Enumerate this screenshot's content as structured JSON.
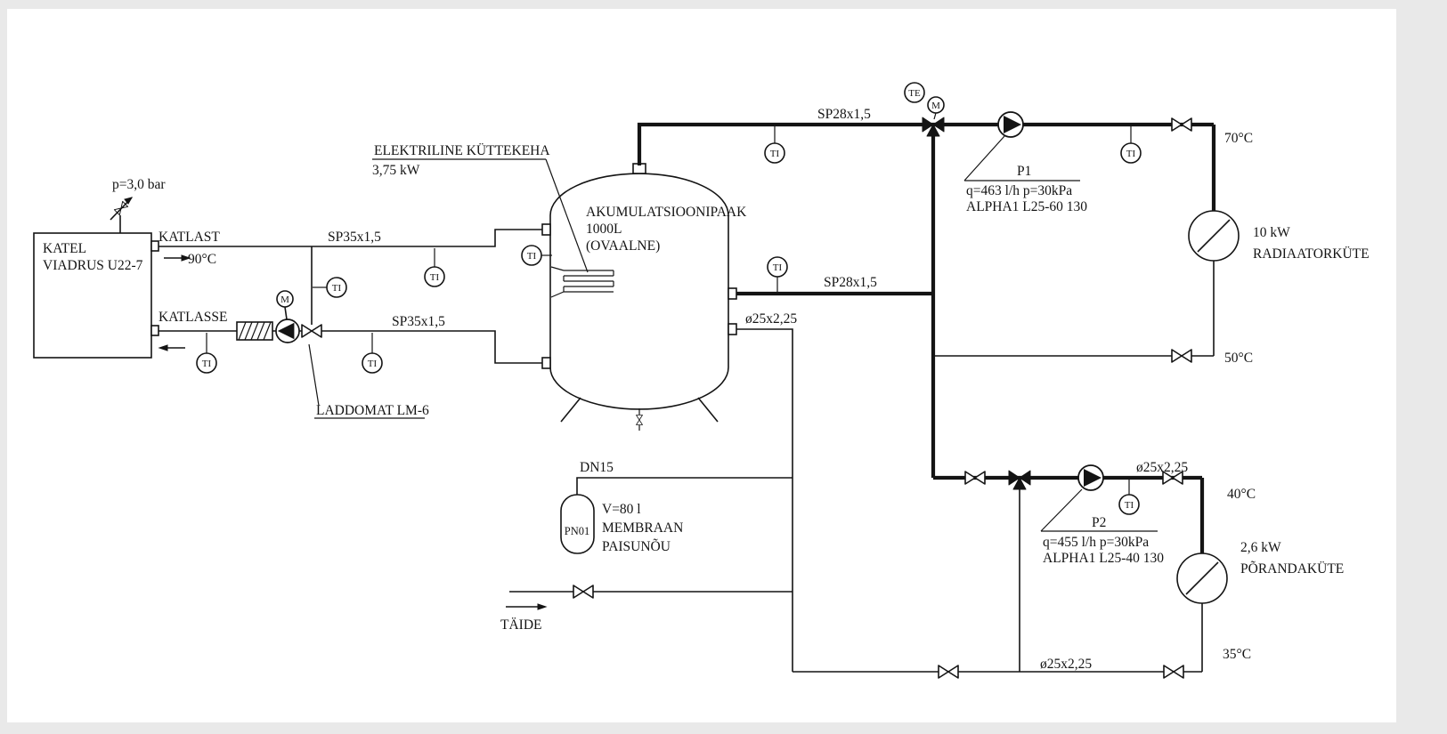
{
  "page": {
    "background": "#e9e9e9",
    "paper": "#ffffff",
    "ink": "#141414"
  },
  "boiler": {
    "name_line1": "KATEL",
    "name_line2": "VIADRUS U22-7",
    "safety_pressure": "p=3,0 bar",
    "supply_label": "KATLAST",
    "supply_temp": "90°C",
    "return_label": "KATLASSE"
  },
  "laddomat": {
    "label": "LADDOMAT LM-6"
  },
  "heater": {
    "title": "ELEKTRILINE KÜTTEKEHA",
    "power": "3,75 kW"
  },
  "tank": {
    "name": "AKUMULATSIOONIPAAK",
    "volume": "1000L",
    "shape": "(OVAALNE)"
  },
  "pipes": {
    "boiler_supply": "SP35x1,5",
    "boiler_return": "SP35x1,5",
    "tank_supply": "SP28x1,5",
    "tank_return": "SP28x1,5",
    "tank_floor_return": "ø25x2,25",
    "floor_supply": "ø25x2,25",
    "floor_return": "ø25x2,25",
    "expansion_line": "DN15"
  },
  "pump1": {
    "tag": "P1",
    "duty": "q=463 l/h p=30kPa",
    "model": "ALPHA1 L25-60 130"
  },
  "pump2": {
    "tag": "P2",
    "duty": "q=455 l/h p=30kPa",
    "model": "ALPHA1 L25-40 130"
  },
  "radiator_circuit": {
    "power": "10 kW",
    "name": "RADIAATORKÜTE",
    "supply_temp": "70°C",
    "return_temp": "50°C"
  },
  "floor_circuit": {
    "power": "2,6 kW",
    "name": "PÕRANDAKÜTE",
    "supply_temp": "40°C",
    "return_temp": "35°C"
  },
  "expansion_vessel": {
    "tag": "PN01",
    "volume": "V=80 l",
    "type_line1": "MEMBRAAN",
    "type_line2": "PAISUNÕU"
  },
  "fill": {
    "label": "TÄIDE"
  },
  "instruments": {
    "ti": "TI",
    "te": "TE",
    "m": "M"
  }
}
